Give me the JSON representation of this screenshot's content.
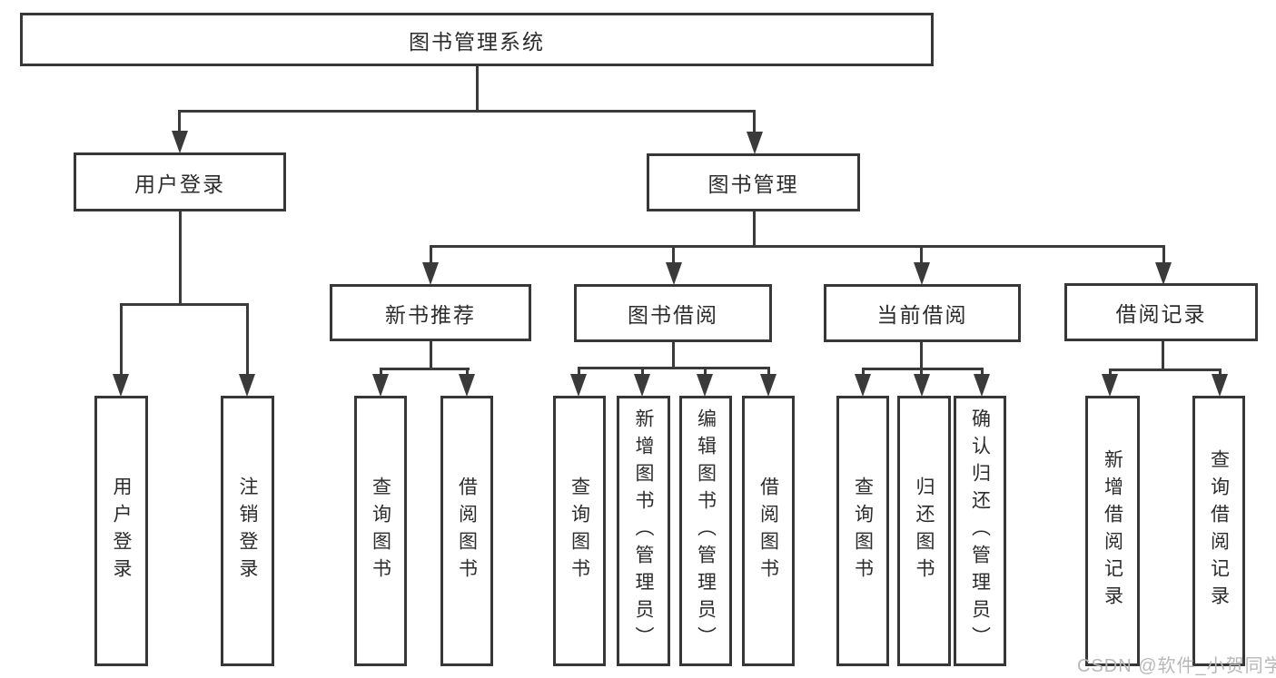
{
  "diagram": {
    "title": "图书管理系统",
    "watermark": "CSDN @软件_小贺同学",
    "colors": {
      "background": "#ffffff",
      "line": "#3a3a3a",
      "box_border": "#373737",
      "text": "#2c2c2c",
      "watermark": "#b8b8b8"
    },
    "nodes": {
      "root": {
        "label": "图书管理系统"
      },
      "level1": [
        {
          "label": "用户登录"
        },
        {
          "label": "图书管理"
        }
      ],
      "level2": [
        {
          "label": "新书推荐"
        },
        {
          "label": "图书借阅"
        },
        {
          "label": "当前借阅"
        },
        {
          "label": "借阅记录"
        }
      ],
      "leaves": [
        {
          "label": "用户登录"
        },
        {
          "label": "注销登录"
        },
        {
          "label": "查询图书"
        },
        {
          "label": "借阅图书"
        },
        {
          "label": "查询图书"
        },
        {
          "label": "新增图书（管理员）"
        },
        {
          "label": "编辑图书（管理员）"
        },
        {
          "label": "借阅图书"
        },
        {
          "label": "查询图书"
        },
        {
          "label": "归还图书"
        },
        {
          "label": "确认归还（管理员）"
        },
        {
          "label": "新增借阅记录"
        },
        {
          "label": "查询借阅记录"
        }
      ]
    }
  }
}
